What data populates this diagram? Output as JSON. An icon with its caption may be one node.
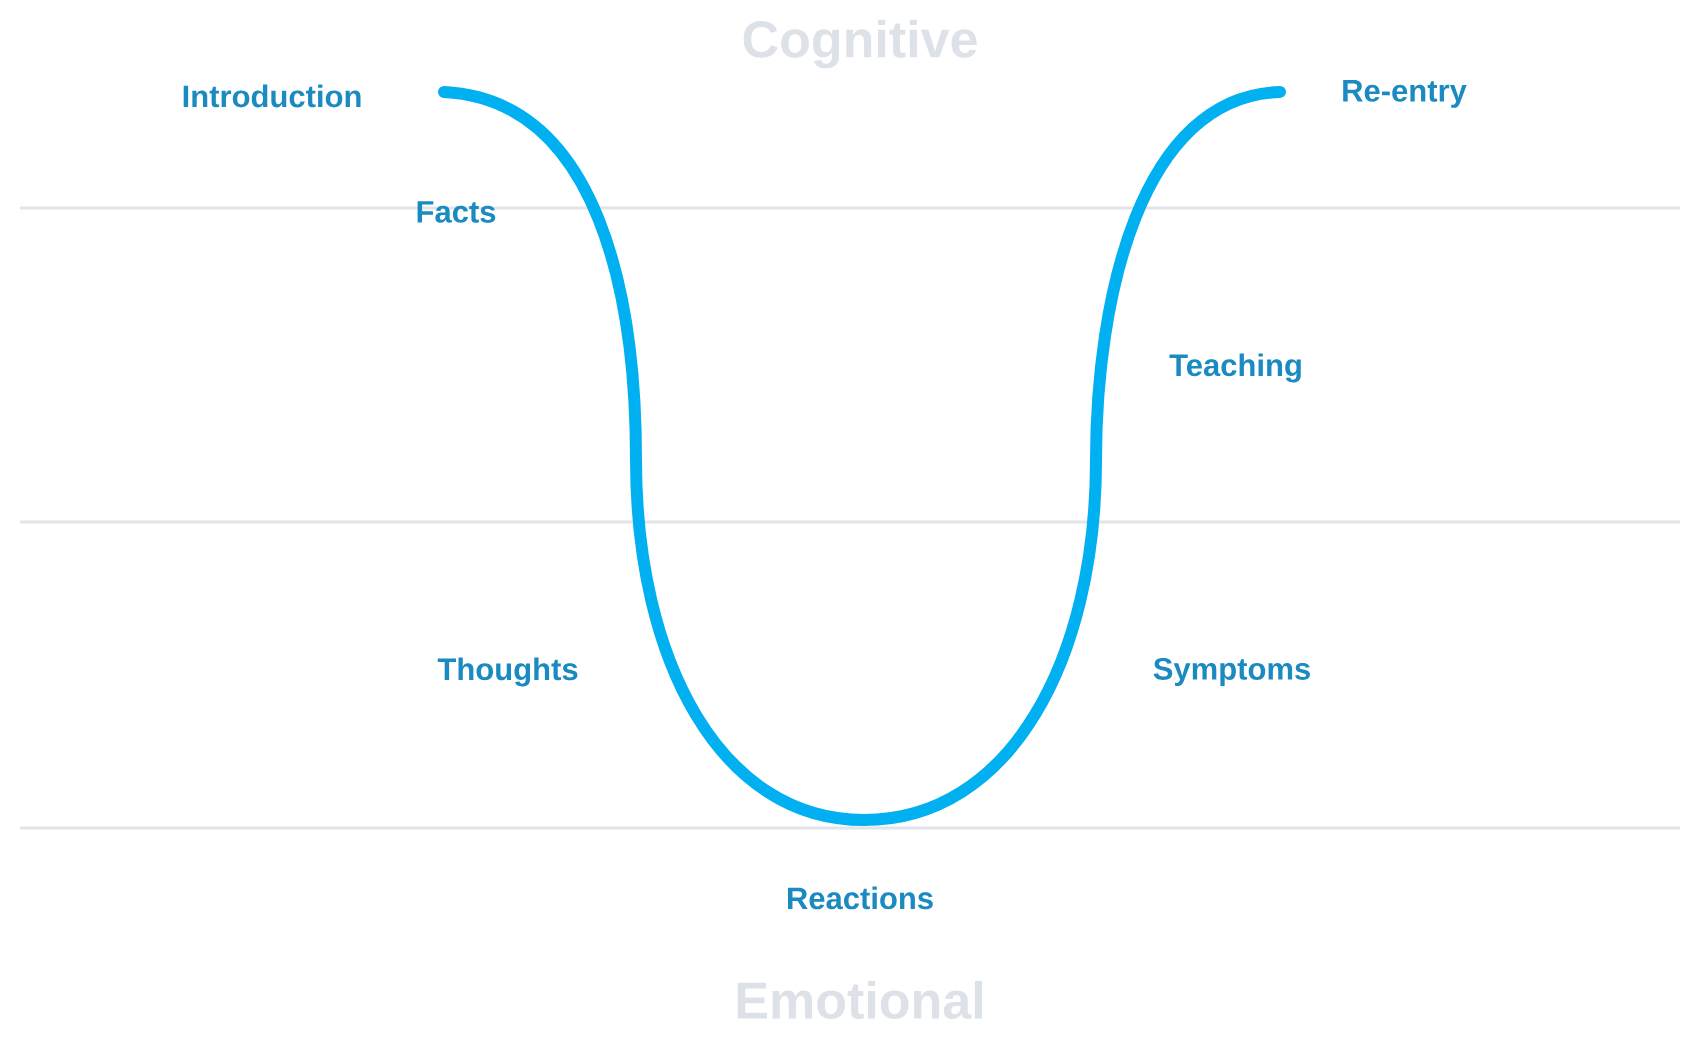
{
  "diagram": {
    "labels": [
      "Cognitive",
      "Introduction",
      "Re-entry",
      "Facts",
      "Teaching",
      "Thoughts",
      "Symptoms",
      "Reactions",
      "Emotional"
    ]
  }
}
